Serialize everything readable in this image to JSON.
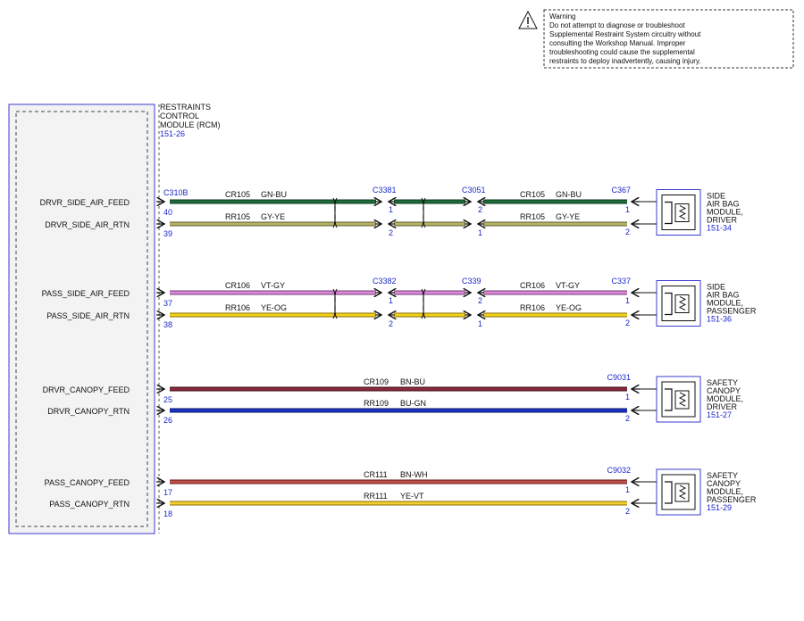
{
  "warning": {
    "title": "Warning",
    "lines": [
      "Do not attempt to diagnose or troubleshoot",
      "Supplemental Restraint System circuitry without",
      "consulting the Workshop Manual. Improper",
      "troubleshooting could cause the supplemental",
      "restraints to deploy inadvertently, causing injury."
    ]
  },
  "rcm": {
    "name_lines": [
      "RESTRAINTS",
      "CONTROL",
      "MODULE (RCM)"
    ],
    "ref": "151-26",
    "connector": "C310B"
  },
  "signals": [
    "DRVR_SIDE_AIR_FEED",
    "DRVR_SIDE_AIR_RTN",
    "PASS_SIDE_AIR_FEED",
    "PASS_SIDE_AIR_RTN",
    "DRVR_CANOPY_FEED",
    "DRVR_CANOPY_RTN",
    "PASS_CANOPY_FEED",
    "PASS_CANOPY_RTN"
  ],
  "rcm_pins": [
    "40",
    "39",
    "37",
    "38",
    "25",
    "26",
    "17",
    "18"
  ],
  "groups": [
    {
      "module_lines": [
        "SIDE",
        "AIR BAG",
        "MODULE,",
        "DRIVER"
      ],
      "module_ref": "151-34",
      "module_connector": "C367",
      "inline": [
        {
          "connector": "C3381",
          "pins": [
            "1",
            "2"
          ]
        },
        {
          "connector": "C3051",
          "pins": [
            "2",
            "1"
          ]
        }
      ],
      "module_pins": [
        "1",
        "2"
      ],
      "wires": [
        {
          "circuit": "CR105",
          "color": "GN-BU",
          "rgb": "#1f6b3a",
          "outline": "#0d3b1d"
        },
        {
          "circuit": "RR105",
          "color": "GY-YE",
          "rgb": "#b5b266",
          "outline": "#5e5c2e"
        }
      ]
    },
    {
      "module_lines": [
        "SIDE",
        "AIR BAG",
        "MODULE,",
        "PASSENGER"
      ],
      "module_ref": "151-36",
      "module_connector": "C337",
      "inline": [
        {
          "connector": "C3382",
          "pins": [
            "1",
            "2"
          ]
        },
        {
          "connector": "C339",
          "pins": [
            "2",
            "1"
          ]
        }
      ],
      "module_pins": [
        "1",
        "2"
      ],
      "wires": [
        {
          "circuit": "CR106",
          "color": "VT-GY",
          "rgb": "#d98ad6",
          "outline": "#7a3a78"
        },
        {
          "circuit": "RR106",
          "color": "YE-OG",
          "rgb": "#f3d21a",
          "outline": "#8a6e00"
        }
      ]
    },
    {
      "module_lines": [
        "SAFETY",
        "CANOPY",
        "MODULE,",
        "DRIVER"
      ],
      "module_ref": "151-27",
      "module_connector": "C9031",
      "inline": [],
      "module_pins": [
        "1",
        "2"
      ],
      "wires": [
        {
          "circuit": "CR109",
          "color": "BN-BU",
          "rgb": "#8a2a40",
          "outline": "#3a0c16"
        },
        {
          "circuit": "RR109",
          "color": "BU-GN",
          "rgb": "#1a33c8",
          "outline": "#0a1560"
        }
      ]
    },
    {
      "module_lines": [
        "SAFETY",
        "CANOPY",
        "MODULE,",
        "PASSENGER"
      ],
      "module_ref": "151-29",
      "module_connector": "C9032",
      "inline": [],
      "module_pins": [
        "1",
        "2"
      ],
      "wires": [
        {
          "circuit": "CR111",
          "color": "BN-WH",
          "rgb": "#c0504d",
          "outline": "#6a1a18"
        },
        {
          "circuit": "RR111",
          "color": "YE-VT",
          "rgb": "#f0d030",
          "outline": "#8a6e00"
        }
      ]
    }
  ]
}
